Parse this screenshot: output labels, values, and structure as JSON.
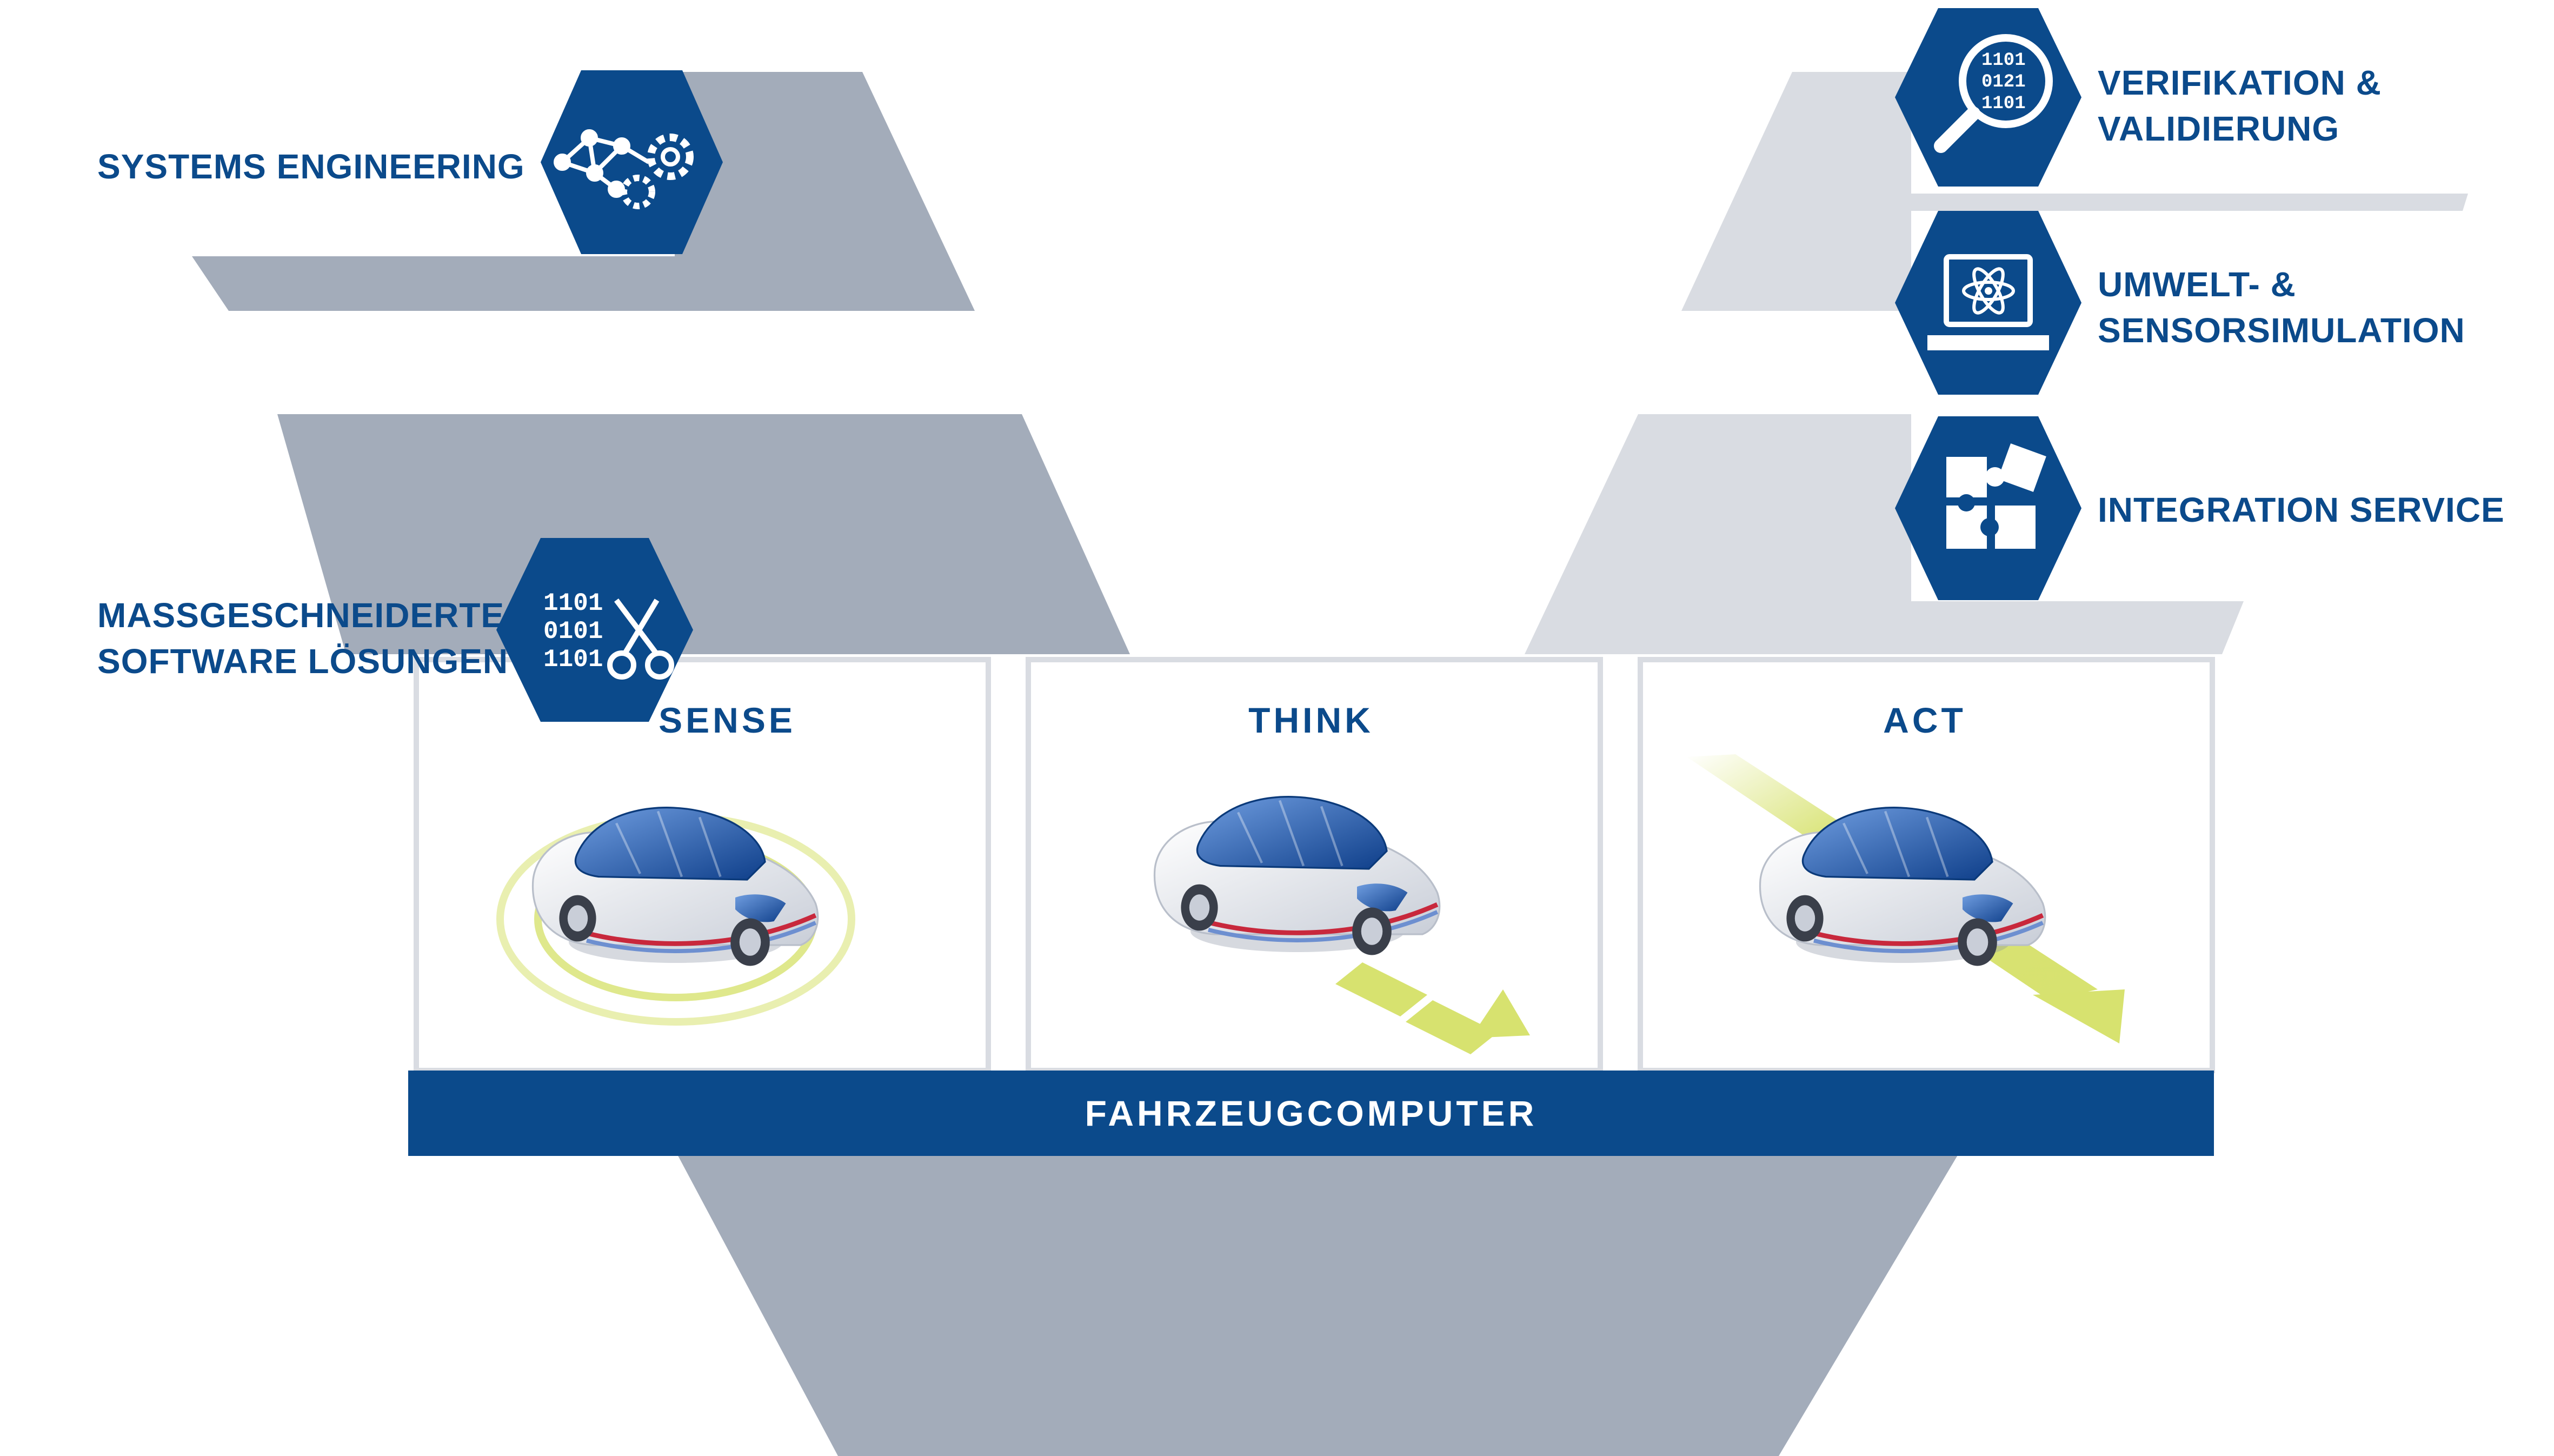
{
  "colors": {
    "brand_blue": "#0b4a8b",
    "band_dark": "#a3acba",
    "band_light": "#d9dce2",
    "accent_yellow": "#d7e26f",
    "car_red": "#c8283c"
  },
  "services": {
    "systems_engineering": {
      "label": "SYSTEMS ENGINEERING",
      "icon": "network-gears-icon"
    },
    "custom_software": {
      "line1": "MASSGESCHNEIDERTE",
      "line2": "SOFTWARE LÖSUNGEN",
      "icon": "binary-scissors-icon"
    },
    "verification": {
      "line1": "VERIFIKATION &",
      "line2": "VALIDIERUNG",
      "icon": "magnifier-binary-icon"
    },
    "simulation": {
      "line1": "UMWELT- &",
      "line2": "SENSORSIMULATION",
      "icon": "laptop-atom-icon"
    },
    "integration": {
      "label": "INTEGRATION SERVICE",
      "icon": "puzzle-icon"
    }
  },
  "panels": {
    "sense": "SENSE",
    "think": "THINK",
    "act": "ACT"
  },
  "vehicle_computer": "FAHRZEUGCOMPUTER"
}
